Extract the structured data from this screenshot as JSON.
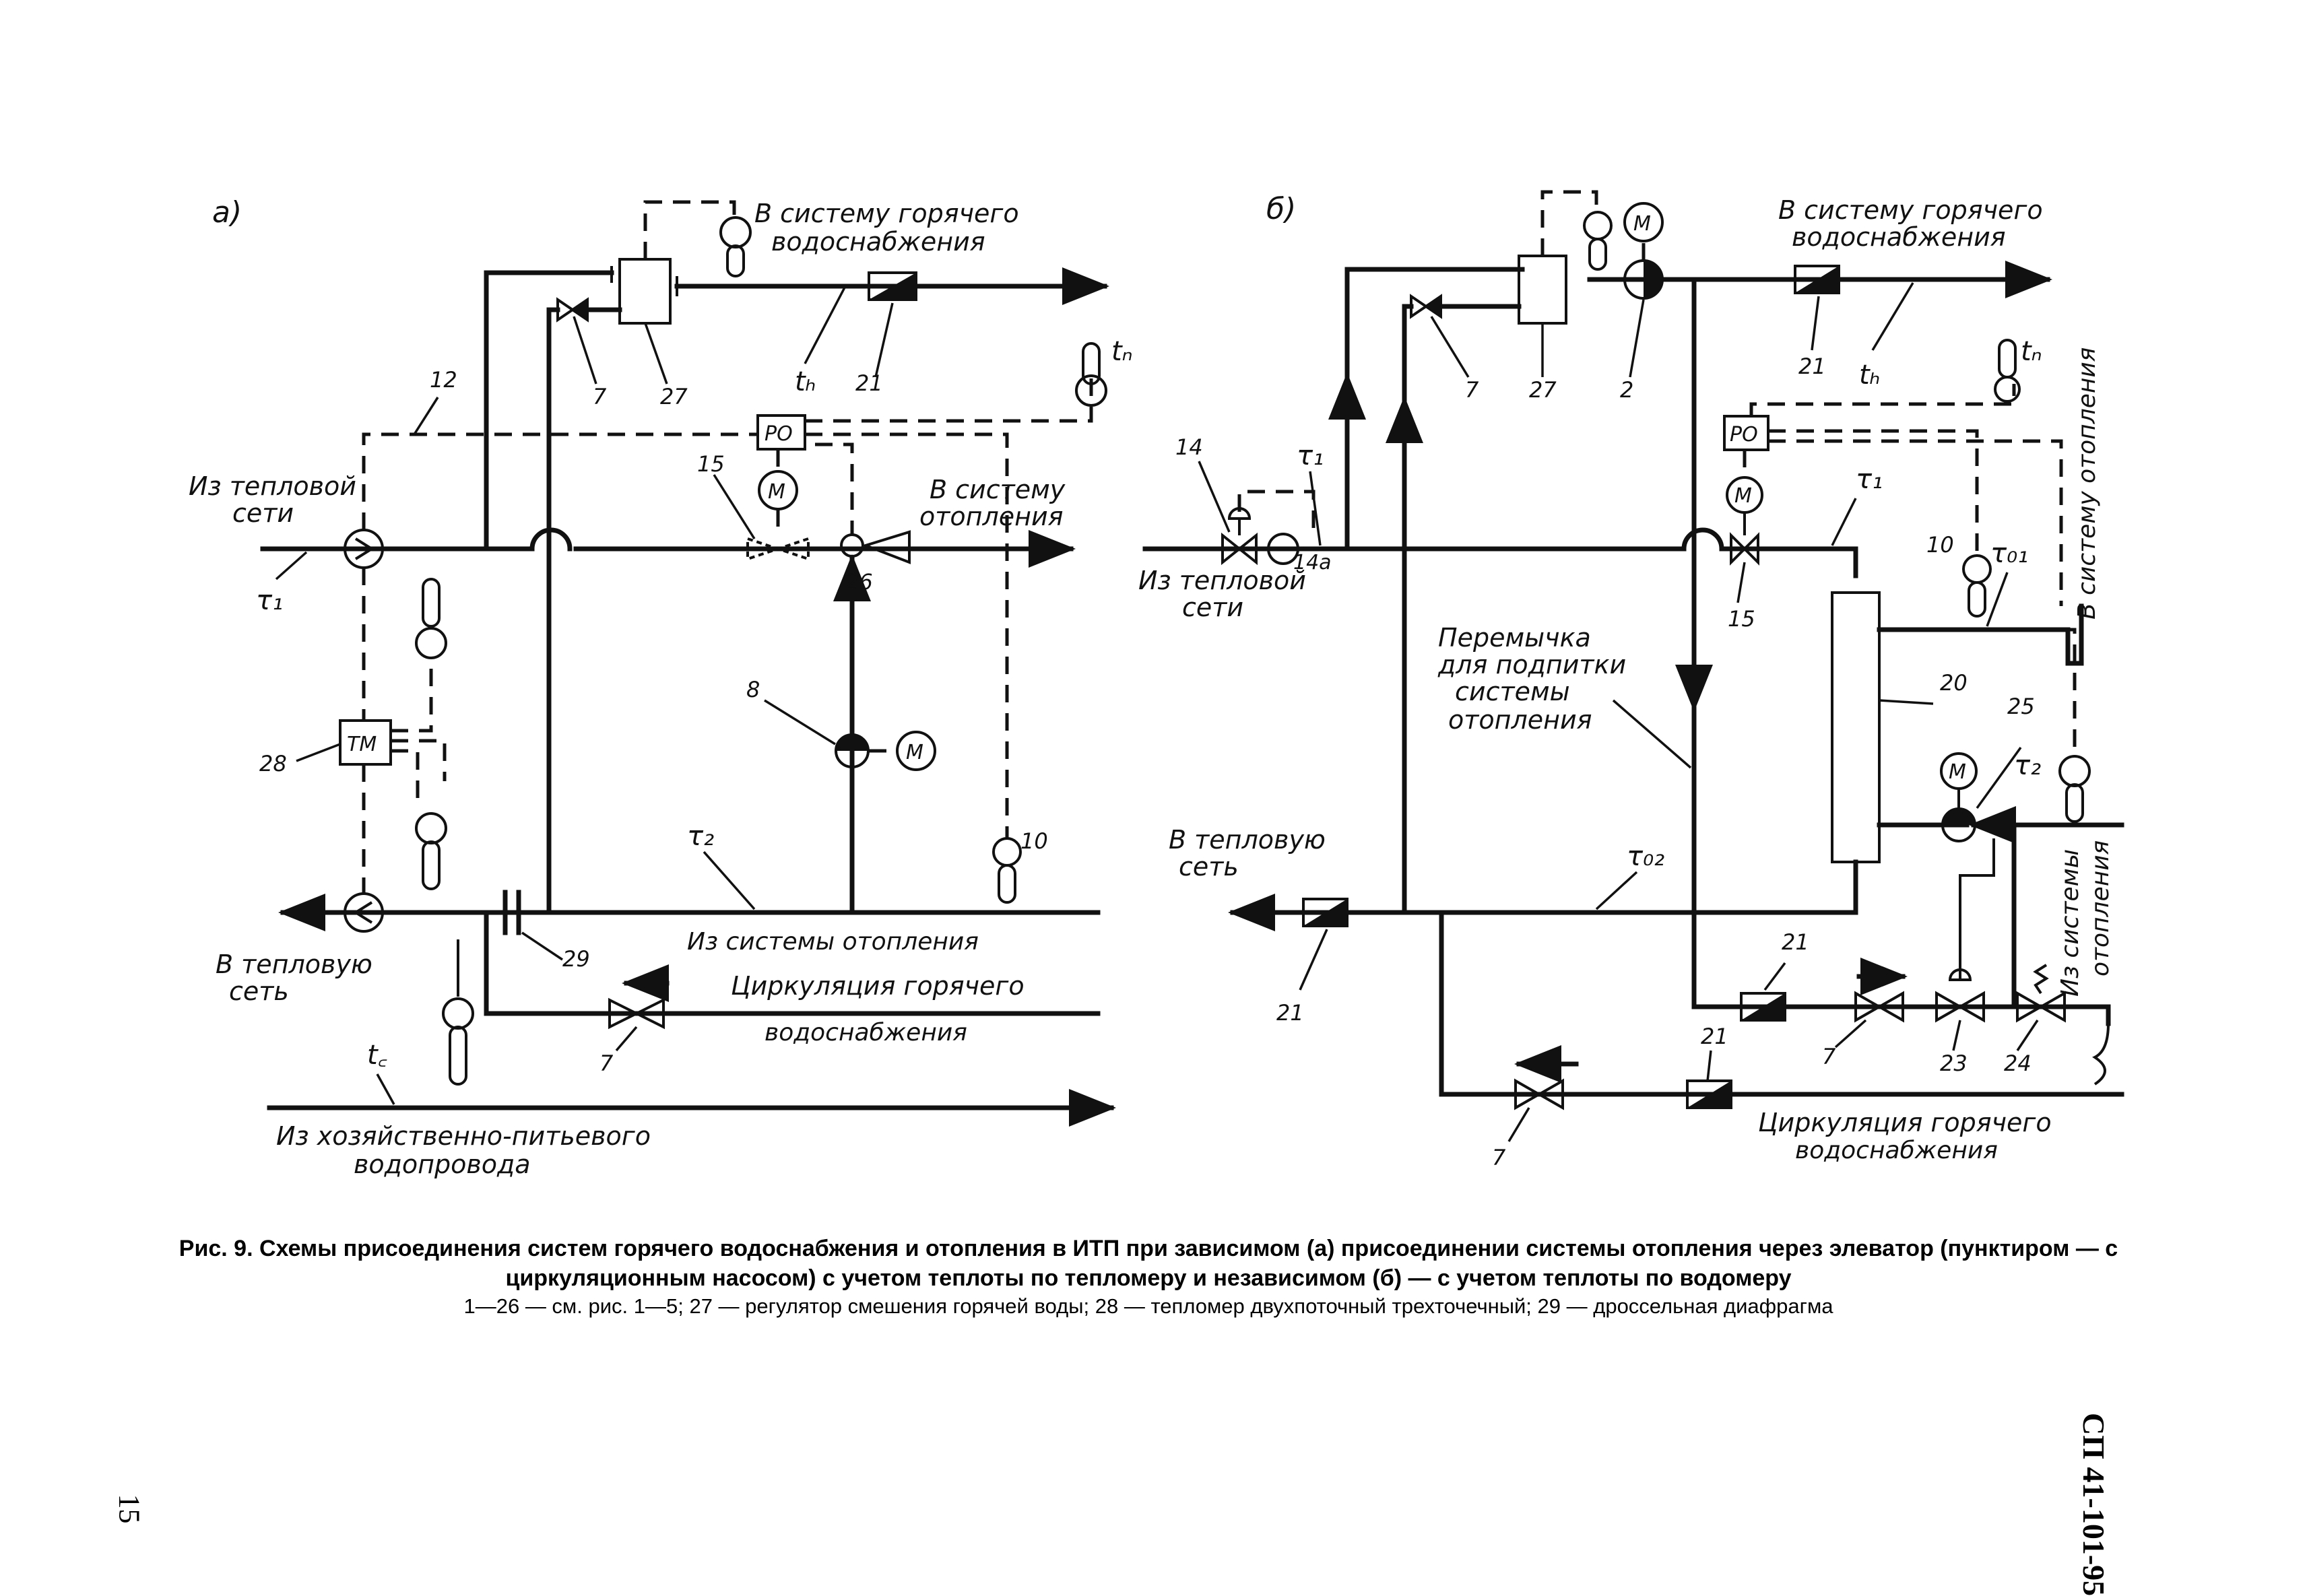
{
  "panel_a": {
    "label": "а)",
    "labels": {
      "to_hot_water_1": "В систему горячего",
      "to_hot_water_2": "водоснабжения",
      "from_network_1": "Из тепловой",
      "from_network_2": "сети",
      "to_heating_1": "В систему",
      "to_heating_2": "отопления",
      "to_network_1": "В тепловую",
      "to_network_2": "сеть",
      "from_heating": "Из системы отопления",
      "circulation_1": "Циркуляция горячего",
      "circulation_2": "водоснабжения",
      "from_water_main_1": "Из хозяйственно-питьевого",
      "from_water_main_2": "водопровода",
      "tau1": "τ₁",
      "tau2": "τ₂",
      "th": "tₕ",
      "tn": "tₙ",
      "tc": "t꜀",
      "ro": "РО",
      "m": "М",
      "tm": "ТМ"
    },
    "numbers": {
      "n12": "12",
      "n7a": "7",
      "n27": "27",
      "n21": "21",
      "n15": "15",
      "n26": "26",
      "n8": "8",
      "n10": "10",
      "n28": "28",
      "n29": "29",
      "n7b": "7"
    }
  },
  "panel_b": {
    "label": "б)",
    "labels": {
      "to_hot_water_1": "В систему горячего",
      "to_hot_water_2": "водоснабжения",
      "from_network_1": "Из тепловой",
      "from_network_2": "сети",
      "to_heating_v": "В систему отопления",
      "from_heating_v1": "Из системы",
      "from_heating_v2": "отопления",
      "to_network_1": "В тепловую",
      "to_network_2": "сеть",
      "bypass_1": "Перемычка",
      "bypass_2": "для подпитки",
      "bypass_3": "системы",
      "bypass_4": "отопления",
      "circulation_1": "Циркуляция горячего",
      "circulation_2": "водоснабжения",
      "tau1a": "τ₁",
      "tau1b": "τ₁",
      "tau01": "τ₀₁",
      "tau2": "τ₂",
      "tau02": "τ₀₂",
      "th": "tₕ",
      "tn": "tₙ",
      "ro": "РО",
      "m": "М"
    },
    "numbers": {
      "n14": "14",
      "n14a": "14а",
      "n7a": "7",
      "n27": "27",
      "n2": "2",
      "n21a": "21",
      "n15": "15",
      "n10": "10",
      "n20": "20",
      "n25": "25",
      "n21b": "21",
      "n21c": "21",
      "n21d": "21",
      "n7b": "7",
      "n23": "23",
      "n24": "24",
      "n7c": "7"
    }
  },
  "caption": {
    "title": "Рис. 9. Схемы присоединения систем горячего водоснабжения и отопления в ИТП при зависимом (а) присоединении системы отопления через элеватор (пунктиром — с циркуляционным насосом) с учетом теплоты по тепломеру и независимом (б) — с учетом теплоты по водомеру",
    "legend": "1—26 — см. рис. 1—5; 27 — регулятор смешения горячей воды; 28 — тепломер двухпоточный трехточечный; 29 — дроссельная диафрагма"
  },
  "page_number": "15",
  "doc_code": "СП 41-101-95"
}
